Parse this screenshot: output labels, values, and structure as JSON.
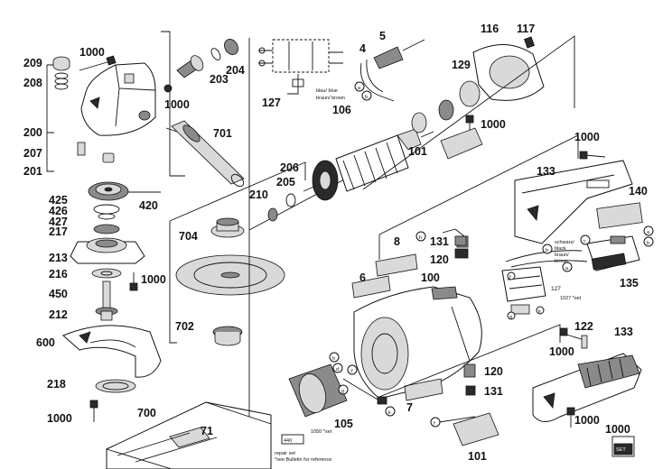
{
  "labels": {
    "l209": "209",
    "l1000a": "1000",
    "l208": "208",
    "l200": "200",
    "l207": "207",
    "l201": "201",
    "l1000b": "1000",
    "l203": "203",
    "l204": "204",
    "l701": "701",
    "l425": "425",
    "l426": "426",
    "l427": "427",
    "l217": "217",
    "l420": "420",
    "l213": "213",
    "l216": "216",
    "l1000c": "1000",
    "l450": "450",
    "l212": "212",
    "l600": "600",
    "l218": "218",
    "l1000d": "1000",
    "l700": "700",
    "l71": "71",
    "l704": "704",
    "l702": "702",
    "l210": "210",
    "l205": "205",
    "l206": "206",
    "l106": "106",
    "l127a": "127",
    "l4": "4",
    "l5": "5",
    "l116": "116",
    "l117": "117",
    "l129": "129",
    "l1000e": "1000",
    "l101a": "101",
    "l1000f": "1000",
    "l133a": "133",
    "l140": "140",
    "l8": "8",
    "l131a": "131",
    "l6": "6",
    "l100": "100",
    "l135": "135",
    "l122": "122",
    "l133b": "133",
    "l1000g": "1000",
    "l120a": "120",
    "l120b": "120",
    "l131b": "131",
    "l7": "7",
    "l105": "105",
    "l101b": "101",
    "l1000h": "1000",
    "l1000i": "1000"
  },
  "callouts": {
    "a": "a",
    "b": "b",
    "c": "c",
    "d": "d",
    "e": "e",
    "f": "f",
    "g": "g",
    "h": "h",
    "k": "k"
  },
  "wire_notes": {
    "blau": "blau/ blue",
    "braun": "braun/ brown",
    "schwarz": "schwarz/",
    "black": "black",
    "braun2": "braun/",
    "brown2": "brown",
    "n127": "127",
    "set1027": "1027 *set",
    "set1050": "1050 *set"
  },
  "footer": {
    "repair": "repair set",
    "bulletin": "*see Bulletin for reference",
    "badge": "440",
    "set_badge": "SET"
  }
}
